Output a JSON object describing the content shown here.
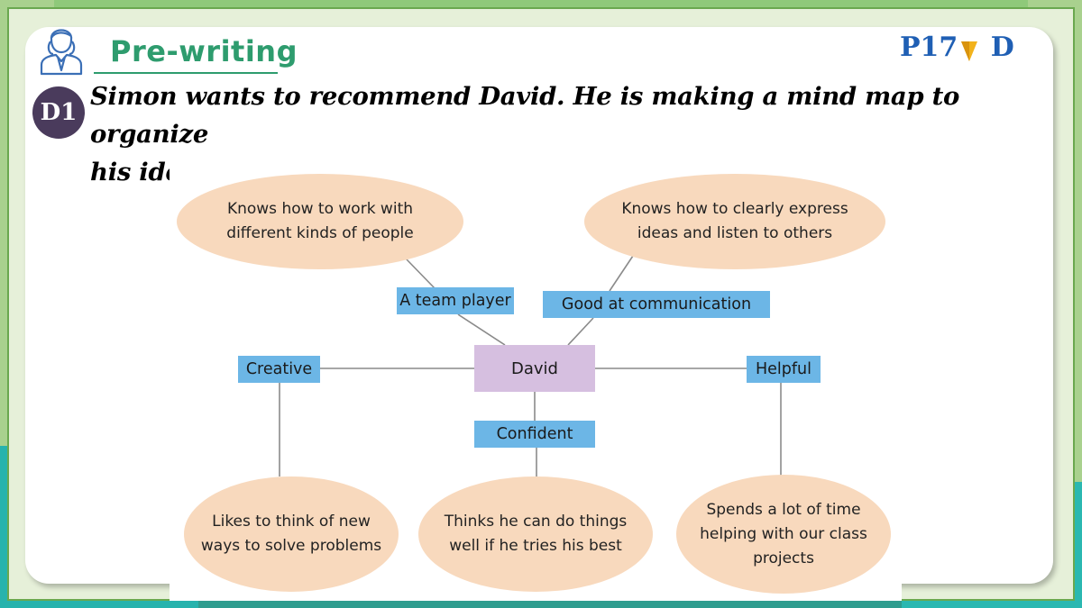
{
  "header": {
    "section_title": "Pre-writing",
    "page_ref": "P17",
    "page_ref_suffix": "D",
    "icon": "teacher-avatar-icon"
  },
  "instruction": {
    "badge": "D1",
    "text_line1": "Simon wants to recommend David. He is making a mind map to organize",
    "text_line2": "his ideas about David. Here is the mind map."
  },
  "mind_map": {
    "center": "David",
    "traits": {
      "team_player": "A team player",
      "communication": "Good at communication",
      "creative": "Creative",
      "helpful": "Helpful",
      "confident": "Confident"
    },
    "details": {
      "team_player": [
        "Knows how to work with",
        "different kinds of people"
      ],
      "communication": [
        "Knows how to clearly express",
        "ideas and listen to others"
      ],
      "creative": [
        "Likes to think of new",
        "ways to solve problems"
      ],
      "confident": [
        "Thinks he can do things",
        "well if he tries his best"
      ],
      "helpful": [
        "Spends a lot of time",
        "helping with our class",
        "projects"
      ]
    }
  },
  "colors": {
    "ellipse": "#f8d9bd",
    "trait_box": "#6cb6e6",
    "center_box": "#d6bfe0",
    "title_green": "#2e9c6e",
    "page_ref_blue": "#1f5fb4",
    "badge": "#4a3b5c"
  }
}
